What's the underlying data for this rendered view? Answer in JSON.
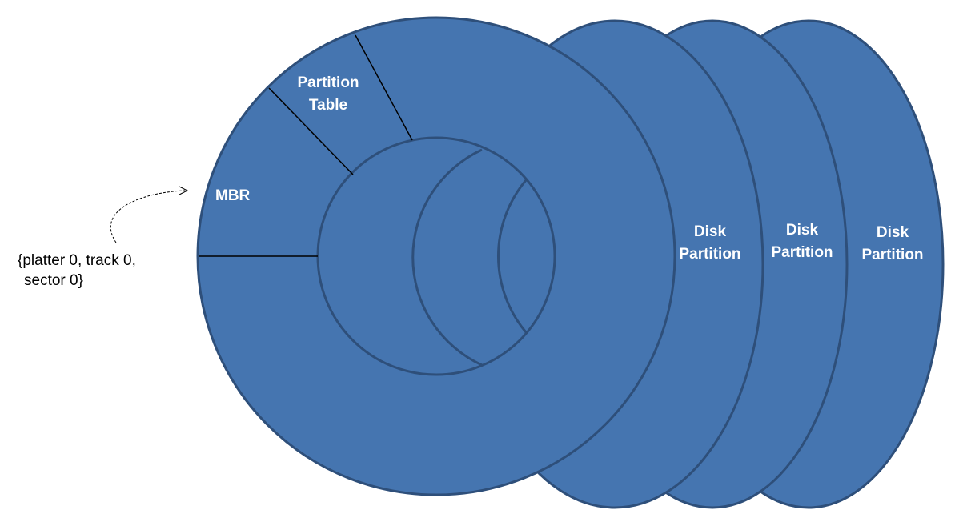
{
  "diagram": {
    "labels": {
      "mbr": "MBR",
      "partition_table_line1": "Partition",
      "partition_table_line2": "Table",
      "disk_partition_1_line1": "Disk",
      "disk_partition_1_line2": "Partition",
      "disk_partition_2_line1": "Disk",
      "disk_partition_2_line2": "Partition",
      "disk_partition_3_line1": "Disk",
      "disk_partition_3_line2": "Partition"
    },
    "annotation": {
      "line1": "{platter 0, track 0,",
      "line2": "sector 0}"
    },
    "colors": {
      "disk_fill": "#4575B0",
      "disk_stroke": "#2E4F7A",
      "label_text": "#FFFFFF",
      "annotation_text": "#000000",
      "divider_line": "#000000"
    }
  }
}
